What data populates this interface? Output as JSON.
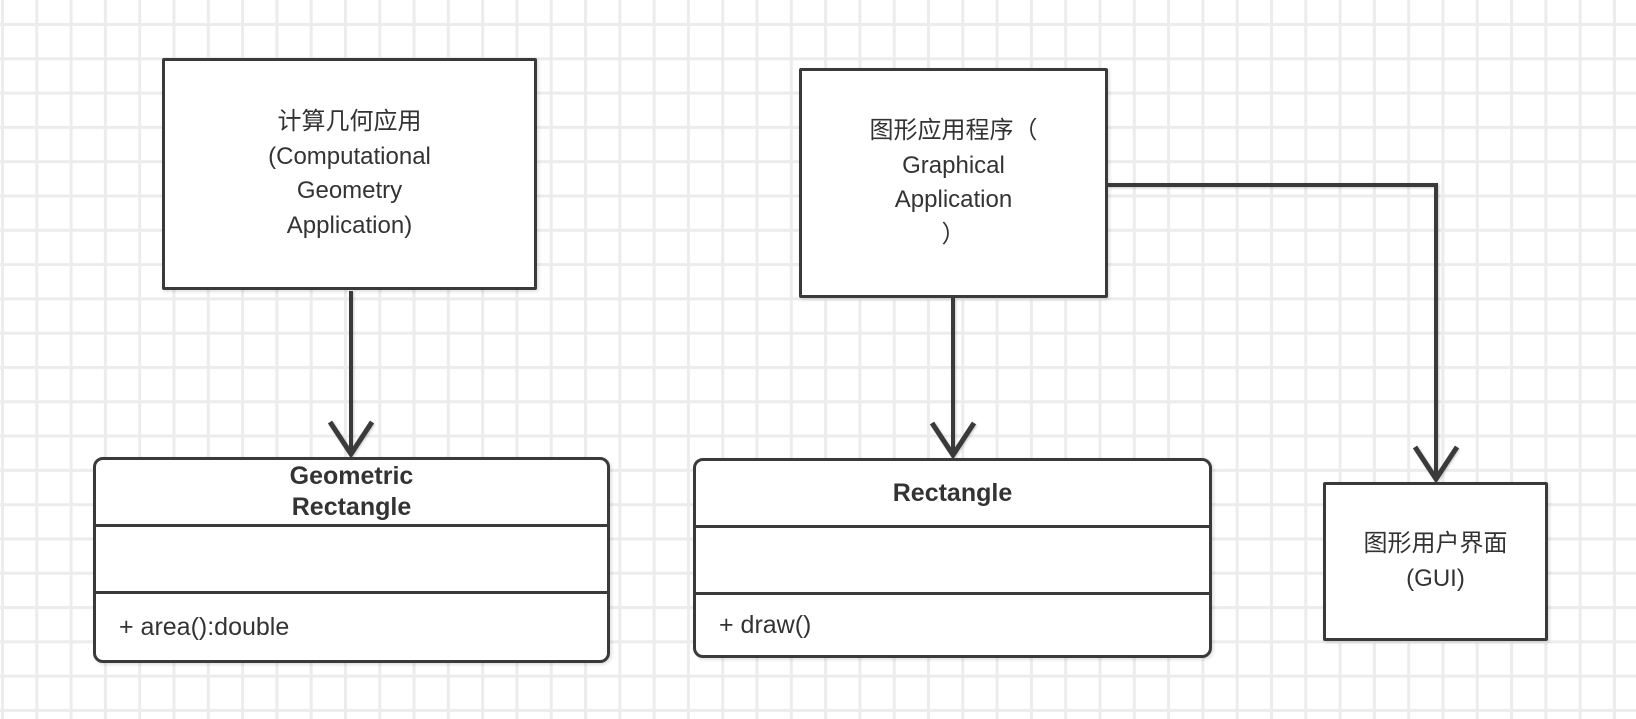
{
  "canvas": {
    "background_color": "#ffffff",
    "grid_color": "#ececec",
    "stroke_color": "#3a3a3a",
    "text_color": "#333333"
  },
  "nodes": {
    "comp_geo_app": {
      "lines": [
        "计算几何应用",
        "(Computational",
        "Geometry",
        "Application)"
      ]
    },
    "graphical_app": {
      "lines": [
        "图形应用程序（",
        "Graphical",
        "Application",
        "）"
      ]
    },
    "gui": {
      "lines": [
        "图形用户界面",
        "(GUI)"
      ]
    },
    "geometric_rectangle": {
      "title_lines": [
        "Geometric",
        "Rectangle"
      ],
      "attributes_text": "",
      "methods_text": "+ area():double"
    },
    "rectangle": {
      "title_lines": [
        "Rectangle"
      ],
      "attributes_text": "",
      "methods_text": "+ draw()"
    }
  },
  "connectors": [
    {
      "from": "计算几何应用 (Computational Geometry Application)",
      "to": "Geometric Rectangle",
      "style": "straight",
      "arrowhead": "open"
    },
    {
      "from": "图形应用程序（Graphical Application）",
      "to": "Rectangle",
      "style": "straight",
      "arrowhead": "open"
    },
    {
      "from": "图形应用程序（Graphical Application）",
      "to": "图形用户界面 (GUI)",
      "style": "orthogonal",
      "arrowhead": "open"
    }
  ]
}
